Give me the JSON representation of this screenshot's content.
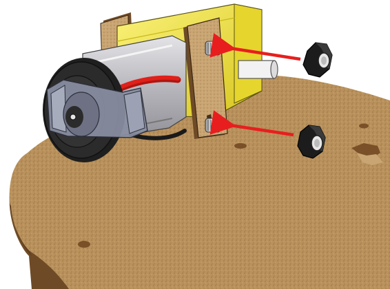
{
  "illustration": {
    "subject": "gearmotor-mounting-step",
    "parts": [
      "wood-base-plate",
      "motor-bracket",
      "gearbox",
      "dc-motor",
      "motor-wire",
      "wheel-hub",
      "mounting-bolts",
      "hex-nuts",
      "assembly-arrows"
    ]
  },
  "colors": {
    "background": "#ffffff",
    "wood": "#b8915c",
    "wood_edge": "#6e4a26",
    "gearbox": "#f3e53c",
    "motor_can": "#c7c7cc",
    "hub": "#2b2b2b",
    "clip": "#8a8fa3",
    "wire": "#e0201a",
    "nut": "#262626",
    "arrow": "#e81e1e"
  }
}
